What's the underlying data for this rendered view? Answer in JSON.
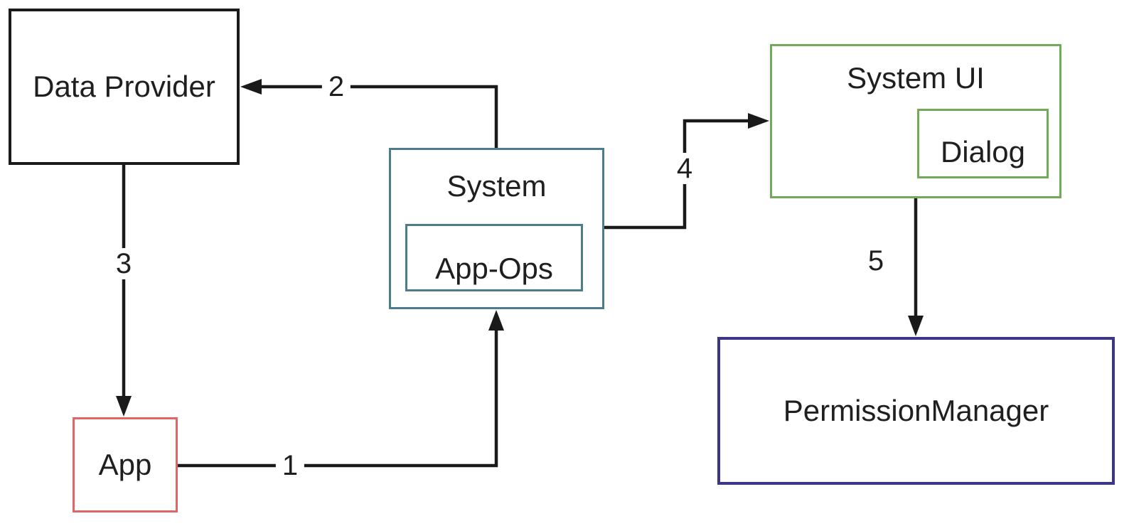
{
  "diagram": {
    "type": "flow-diagram",
    "background_color": "#ffffff",
    "nodes": {
      "data_provider": {
        "label": "Data Provider",
        "border_color": "#1a1a1a"
      },
      "app": {
        "label": "App",
        "border_color": "#e06666"
      },
      "system": {
        "label": "System",
        "border_color": "#4d7c8c",
        "contains": [
          "app_ops"
        ]
      },
      "app_ops": {
        "label": "App-Ops",
        "border_color": "#4d7c8c"
      },
      "system_ui": {
        "label": "System UI",
        "border_color": "#72a95a",
        "contains": [
          "dialog"
        ]
      },
      "dialog": {
        "label": "Dialog",
        "border_color": "#72a95a"
      },
      "permission_manager": {
        "label": "PermissionManager",
        "border_color": "#3d3588"
      }
    },
    "edges": [
      {
        "label": "1",
        "from": "app",
        "to": "system"
      },
      {
        "label": "2",
        "from": "system",
        "to": "data_provider"
      },
      {
        "label": "3",
        "from": "data_provider",
        "to": "app"
      },
      {
        "label": "4",
        "from": "system",
        "to": "system_ui"
      },
      {
        "label": "5",
        "from": "system_ui",
        "to": "permission_manager"
      }
    ],
    "arrow_color": "#1a1a1a",
    "text_color": "#1f1f1f"
  }
}
